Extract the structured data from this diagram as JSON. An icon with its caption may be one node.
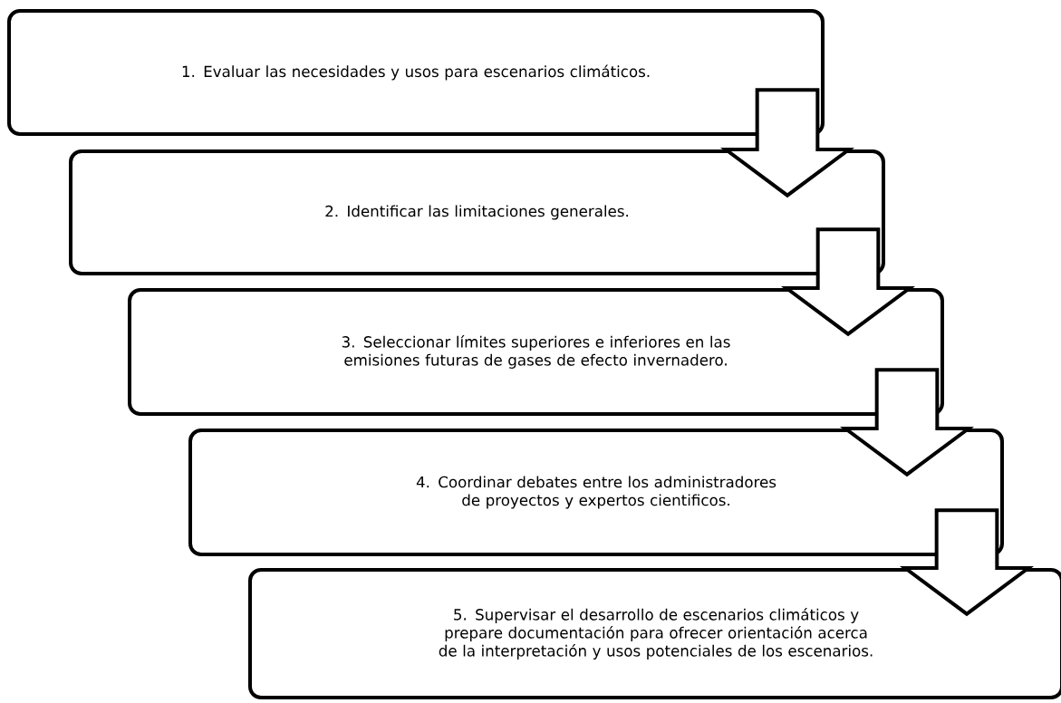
{
  "diagram": {
    "nodes": [
      {
        "text": [
          "1. Evaluar las necesidades y usos para escenarios climáticos."
        ]
      },
      {
        "text": [
          "2. Identificar las limitaciones generales."
        ]
      },
      {
        "text": [
          "3. Seleccionar límites superiores e inferiores en las emisiones futuras de gases de efecto invernadero."
        ]
      },
      {
        "text": [
          "4. Coordinar debates entre los administradores de proyectos y expertos cientificos."
        ]
      },
      {
        "text": [
          "5. Supervisar el desarrollo de escenarios climáticos y prepare documentación para ofrecer orientación acerca de la interpretación y usos potenciales de los escenarios."
        ]
      }
    ],
    "edges": [
      {
        "from": 0,
        "to": 1,
        "arrow": "to"
      },
      {
        "from": 1,
        "to": 2,
        "arrow": "to"
      },
      {
        "from": 2,
        "to": 3,
        "arrow": "to"
      },
      {
        "from": 3,
        "to": 4,
        "arrow": "to"
      }
    ]
  }
}
